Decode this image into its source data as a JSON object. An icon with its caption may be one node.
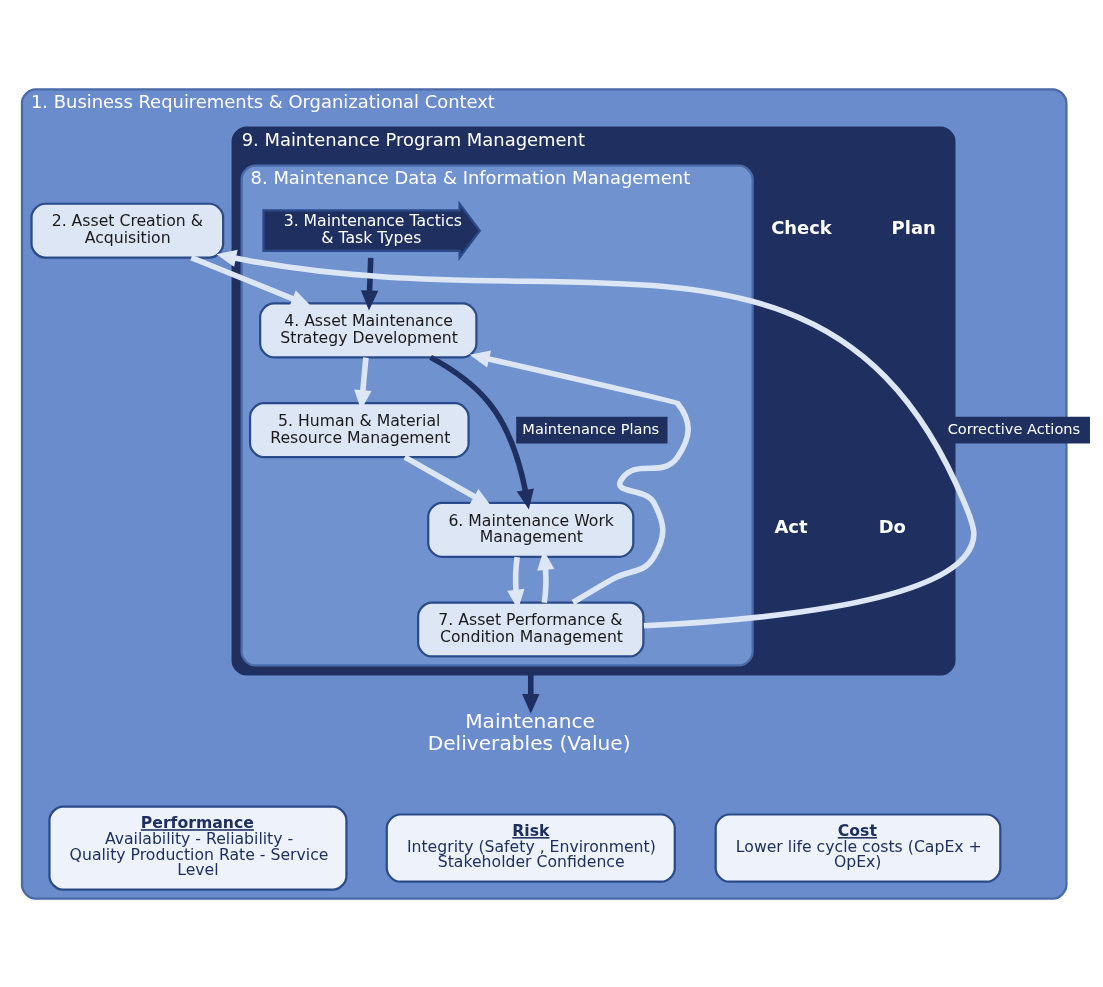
{
  "diagram": {
    "nodes": [
      {
        "text": [
          "1. Business Requirements & Organizational Context"
        ]
      },
      {
        "text": [
          "2. Asset Creation & Acquisition"
        ],
        "in": 0
      },
      {
        "text": [
          "9. Maintenance Program Management"
        ],
        "in": 0
      },
      {
        "text": [
          "8. Maintenance Data & Information Management"
        ],
        "in": 2
      },
      {
        "text": [
          "3. Maintenance Tactics & Task Types"
        ],
        "in": 3
      },
      {
        "text": [
          "4. Asset Maintenance Strategy Development"
        ],
        "in": 3
      },
      {
        "text": [
          "5. Human & Material Resource Management"
        ],
        "in": 3
      },
      {
        "text": [
          "6. Maintenance Work Management"
        ],
        "in": 3
      },
      {
        "text": [
          "7. Asset Performance & Condition Management"
        ],
        "in": 3
      },
      {
        "text": [
          "Maintenance Deliverables (Value)"
        ],
        "in": 0
      },
      {
        "text": [
          "Performance",
          "Availability - Reliability - Quality Production Rate - Service Level"
        ],
        "in": 0
      },
      {
        "text": [
          "Risk",
          "Integrity (Safety , Environment) Stakeholder Confidence"
        ],
        "in": 0
      },
      {
        "text": [
          "Cost",
          "Lower life cycle costs (CapEx + OpEx)"
        ],
        "in": 0
      }
    ],
    "edges": [
      {
        "from": 1,
        "to": 5,
        "arrow": "to"
      },
      {
        "from": 4,
        "to": 5,
        "arrow": "to",
        "color": "#1f3060"
      },
      {
        "from": 5,
        "to": 6,
        "arrow": "to"
      },
      {
        "from": 5,
        "to": 7,
        "arrow": "to",
        "label": "Maintenance Plans",
        "color": "#1f3060"
      },
      {
        "from": 6,
        "to": 7,
        "arrow": "to"
      },
      {
        "from": 7,
        "to": 8,
        "arrow": "to"
      },
      {
        "from": 8,
        "to": 5,
        "arrow": "to"
      },
      {
        "from": 8,
        "to": 1,
        "arrow": "to",
        "label": "Corrective Actions"
      },
      {
        "from": 8,
        "to": 7,
        "arrow": "to"
      },
      {
        "from": 2,
        "to": 9,
        "arrow": "to",
        "color": "#1f3060"
      }
    ],
    "labels": [
      "Plan",
      "Do",
      "Act",
      "Check"
    ]
  }
}
